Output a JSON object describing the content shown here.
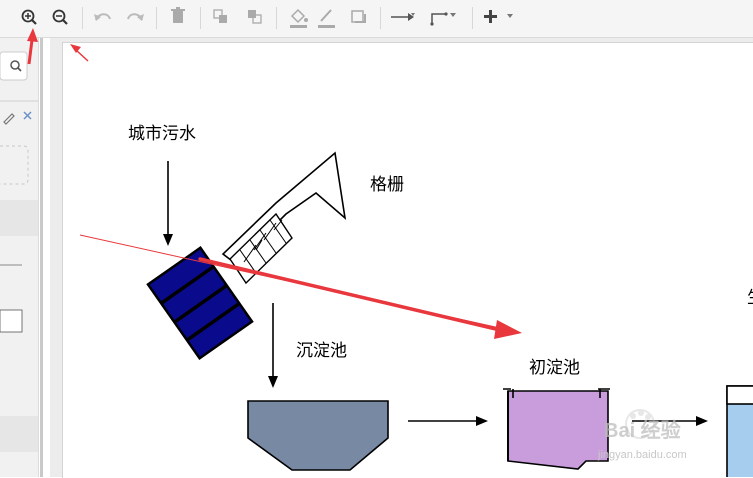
{
  "toolbar": {
    "buttons": [
      {
        "name": "zoom-in-icon"
      },
      {
        "name": "zoom-out-icon"
      },
      {
        "name": "undo-icon"
      },
      {
        "name": "redo-icon"
      },
      {
        "name": "delete-icon"
      },
      {
        "name": "to-front-icon"
      },
      {
        "name": "to-back-icon"
      },
      {
        "name": "fill-color-icon"
      },
      {
        "name": "line-color-icon"
      },
      {
        "name": "shadow-icon"
      },
      {
        "name": "connection-arrow-icon"
      },
      {
        "name": "waypoints-icon"
      },
      {
        "name": "insert-icon"
      }
    ]
  },
  "diagram": {
    "labels": {
      "sewage": "城市污水",
      "grille": "格栅",
      "sedimentation": "沉淀池",
      "primary_sedimentation": "初淀池",
      "edge_partial": "生"
    }
  },
  "colors": {
    "annotation_arrow": "#e8383d",
    "grid_tank": "#0a0a8c",
    "sed_tank": "#7889a4",
    "primary_tank": "#c99ddb",
    "right_tank": "#a6ccee"
  },
  "watermark": {
    "brand": "Bai 经验",
    "url": "jingyan.baidu.com"
  }
}
